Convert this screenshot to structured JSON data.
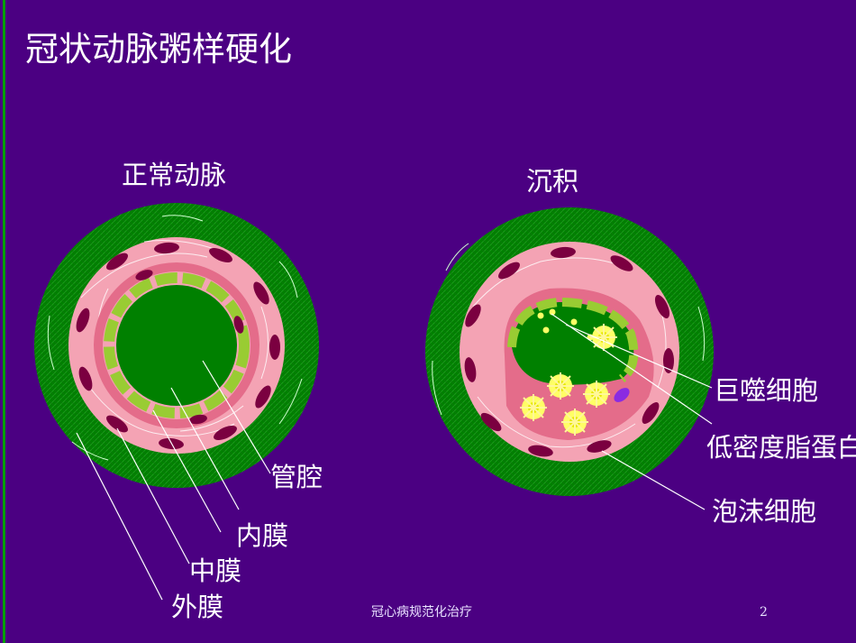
{
  "slide": {
    "title": "冠状动脉粥样硬化",
    "page_number": "2",
    "footer": "冠心病规范化治疗"
  },
  "normal_artery": {
    "heading": "正常动脉",
    "labels": {
      "lumen": "管腔",
      "intima": "内膜",
      "media": "中膜",
      "adventitia": "外膜"
    }
  },
  "deposit_artery": {
    "heading": "沉积",
    "labels": {
      "macrophage": "巨噬细胞",
      "ldl": "低密度脂蛋白",
      "foam_cell": "泡沫细胞"
    }
  },
  "colors": {
    "background": "#4b0082",
    "adventitia": "#008000",
    "media": "#f4a3b4",
    "intima_band": "#e46c8a",
    "endothelium": "#99cc33",
    "lumen": "#008000",
    "smooth_muscle_cell": "#7b0040",
    "foam_cell": "#ffff66"
  }
}
